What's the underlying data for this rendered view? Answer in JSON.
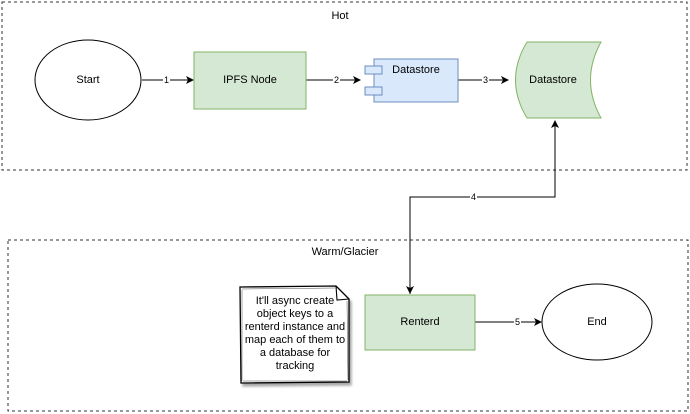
{
  "swimlanes": {
    "hot": {
      "title": "Hot"
    },
    "warm": {
      "title": "Warm/Glacier"
    }
  },
  "nodes": {
    "start": {
      "label": "Start",
      "shape": "ellipse"
    },
    "ipfs_node": {
      "label": "IPFS Node",
      "shape": "rectangle"
    },
    "datastore_component": {
      "label": "Datastore",
      "shape": "component"
    },
    "datastore_storage": {
      "label": "Datastore",
      "shape": "stored-data"
    },
    "renterd": {
      "label": "Renterd",
      "shape": "rectangle"
    },
    "end": {
      "label": "End",
      "shape": "ellipse"
    }
  },
  "note": {
    "lines": [
      "It'll async create",
      "object keys to a",
      "renterd instance and",
      "map each of them to",
      "a database for",
      "tracking"
    ]
  },
  "edges": [
    {
      "from": "Start",
      "to": "IPFS Node",
      "label": "1"
    },
    {
      "from": "IPFS Node",
      "to": "Datastore",
      "label": "2"
    },
    {
      "from": "Datastore",
      "to": "Datastore",
      "label": "3"
    },
    {
      "from": "Renterd",
      "to": "Datastore",
      "label": "4"
    },
    {
      "from": "Renterd",
      "to": "End",
      "label": "5"
    }
  ],
  "colors": {
    "green_fill": "#d5e8d4",
    "green_stroke": "#82b366",
    "blue_fill": "#dae8fc",
    "blue_stroke": "#6c8ebf",
    "line": "#000000",
    "lane_border": "#333333"
  }
}
